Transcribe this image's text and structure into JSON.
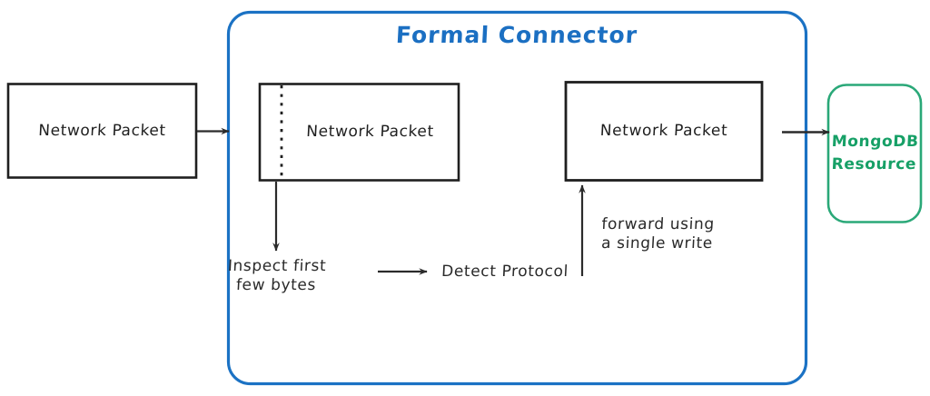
{
  "diagram": {
    "title": "Formal Connector",
    "title_color": "#1b6fc2",
    "background_color": "#ffffff"
  },
  "container": {
    "label": "Formal Connector",
    "border_color": "#1b72c4",
    "fill_color": "#ffffff"
  },
  "nodes": {
    "incoming_packet": {
      "label": "Network Packet",
      "border_color": "#1f1f1f",
      "fill_color": "#ffffff"
    },
    "inspected_packet": {
      "label": "Network Packet",
      "border_color": "#1f1f1f",
      "fill_color": "#ffffff",
      "divider": "dotted-vertical-line"
    },
    "forwarded_packet": {
      "label": "Network Packet",
      "border_color": "#1f1f1f",
      "fill_color": "#ffffff"
    },
    "mongodb_resource": {
      "label": "MongoDB\nResource",
      "border_color": "#2aa878",
      "text_color": "#17a067",
      "fill_color": "#ffffff"
    }
  },
  "annotations": {
    "inspect": "Inspect first\nfew bytes",
    "detect": "Detect Protocol",
    "forward": "forward using\na single write"
  },
  "arrows": {
    "incoming_to_connector": "arrow-right",
    "packet_down_to_inspect": "arrow-down",
    "inspect_to_detect": "arrow-right",
    "detect_up_to_packet": "arrow-up",
    "connector_to_mongodb": "arrow-right",
    "color": "#1f1f1f"
  }
}
